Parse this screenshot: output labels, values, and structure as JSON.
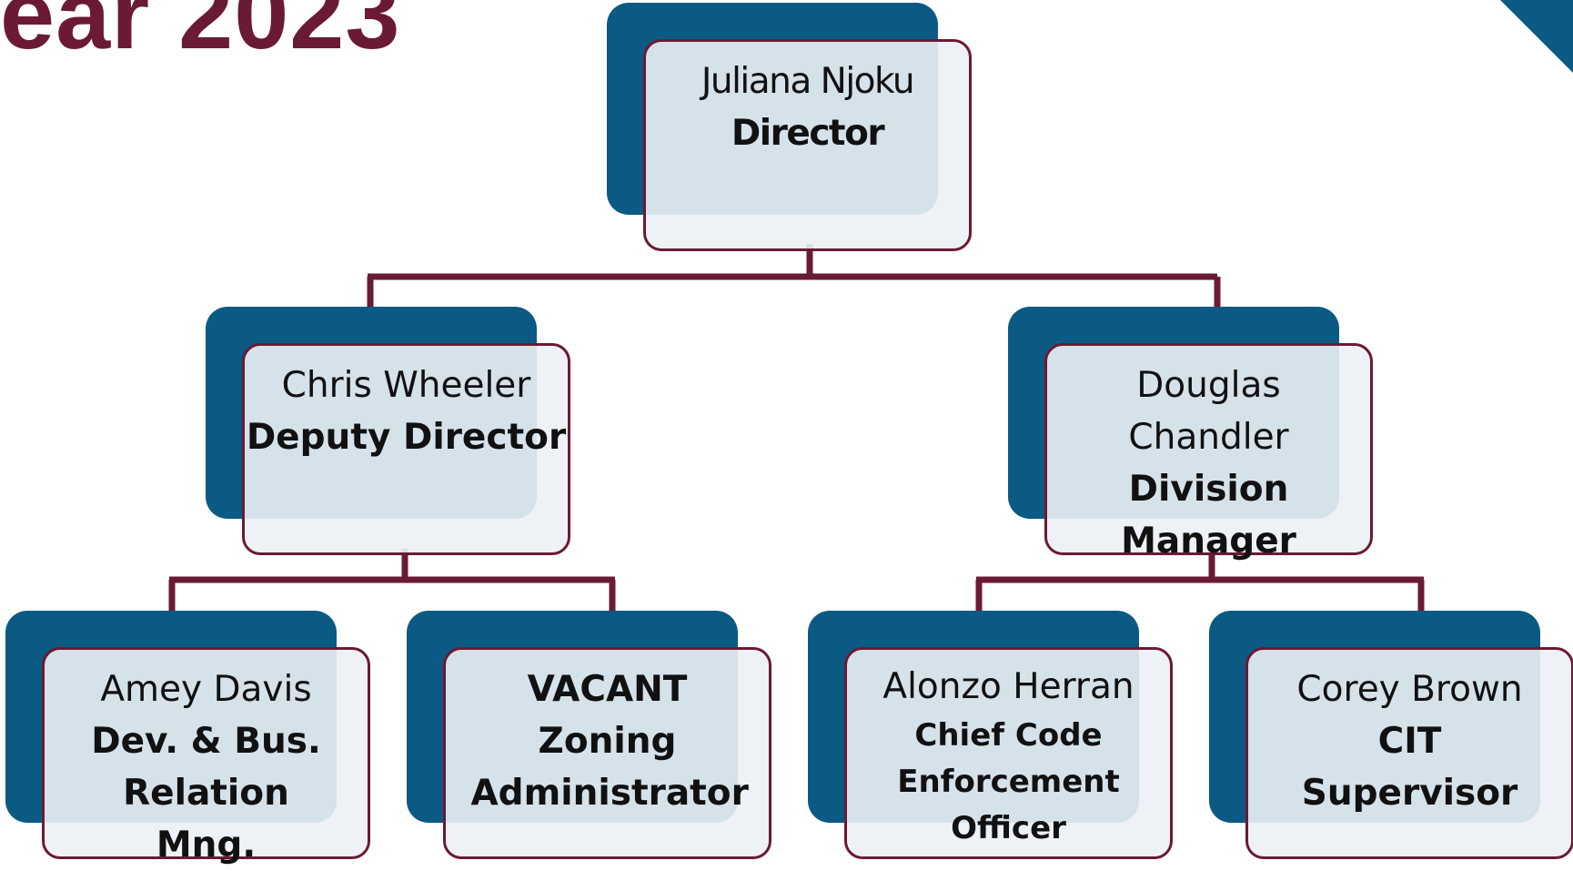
{
  "slide": {
    "title_fragment": "ear 2023",
    "colors": {
      "accent": "#6b1a34",
      "shadow_blue": "#0b5a84",
      "card_fill": "#ecf1f5"
    }
  },
  "org": {
    "director": {
      "name": "Juliana Njoku",
      "role": "Director"
    },
    "deputy": {
      "name": "Chris Wheeler",
      "role": "Deputy Director"
    },
    "division": {
      "name": "Douglas Chandler",
      "role": "Division Manager"
    },
    "davis": {
      "name": "Amey Davis",
      "role": "Dev. & Bus. Relation Mng."
    },
    "vacant": {
      "name": "VACANT",
      "role": "Zoning Administrator"
    },
    "herran": {
      "name": "Alonzo Herran",
      "role": "Chief Code Enforcement Officer"
    },
    "brown": {
      "name": "Corey Brown",
      "role": "CIT Supervisor"
    }
  }
}
